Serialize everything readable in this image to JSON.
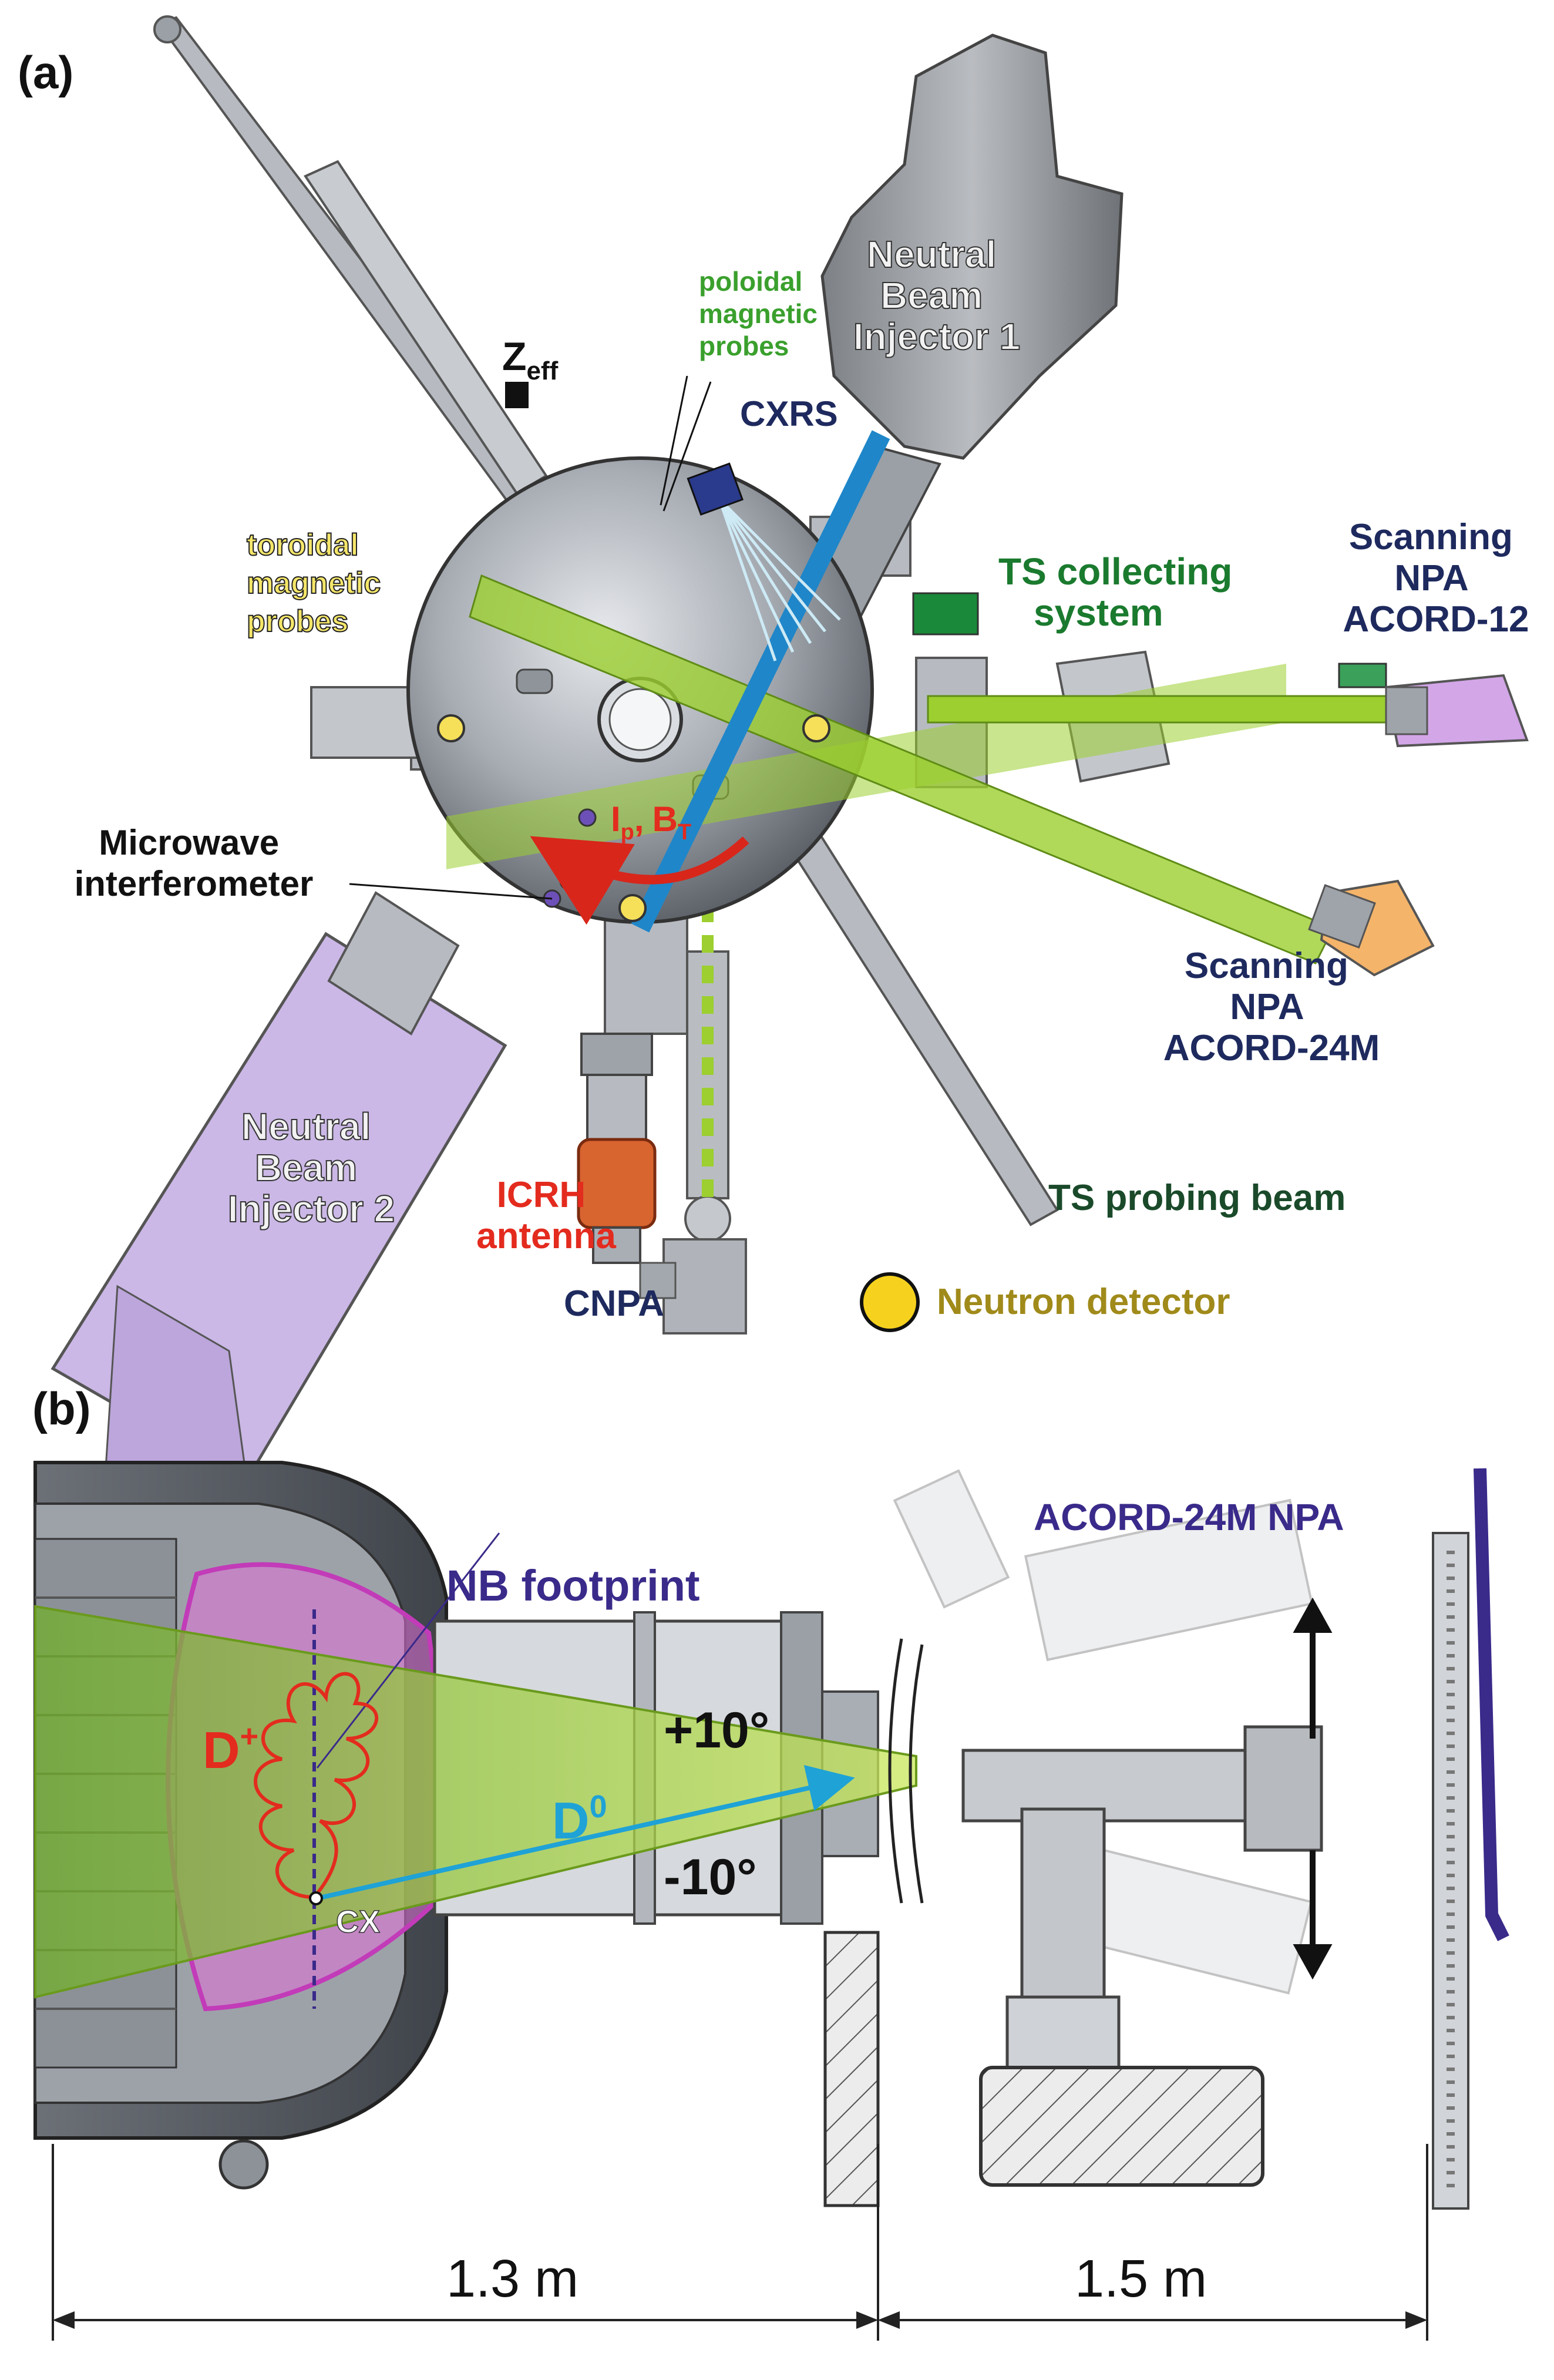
{
  "panel_a": {
    "tag": "(a)",
    "labels": {
      "nbi1": [
        "Neutral",
        "Beam",
        "Injector 1"
      ],
      "nbi2": [
        "Neutral",
        "Beam",
        "Injector 2"
      ],
      "zeff_main": "Z",
      "zeff_sub": "eff",
      "poloidal": [
        "poloidal",
        "magnetic",
        "probes"
      ],
      "cxrs": "CXRS",
      "toroidal": [
        "toroidal",
        "magnetic",
        "probes"
      ],
      "ts_collect": [
        "TS collecting",
        "system"
      ],
      "npa12": [
        "Scanning",
        "NPA",
        "ACORD-12"
      ],
      "npa24": [
        "Scanning",
        "NPA",
        "ACORD-24M"
      ],
      "microwave": [
        "Microwave",
        "interferometer"
      ],
      "ip": "I",
      "ip_sub": "p",
      "comma": ",",
      "bt": "B",
      "bt_sub": "T",
      "icrh": [
        "ICRH",
        "antenna"
      ],
      "cnpa": "CNPA",
      "ts_probe": "TS probing beam",
      "neutron": "Neutron detector"
    }
  },
  "panel_b": {
    "tag": "(b)",
    "labels": {
      "nb_footprint": "NB footprint",
      "acord": "ACORD-24M NPA",
      "d_plus": "D",
      "d_plus_sup": "+",
      "d_zero": "D",
      "d_zero_sup": "0",
      "cx": "CX",
      "plus10": "+10°",
      "minus10": "-10°",
      "dim1": "1.3 m",
      "dim2": "1.5 m"
    }
  },
  "colors": {
    "vessel": "#a9aeb5",
    "beam_green": "#9ccf2f",
    "nbi_blue": "#1f86c9",
    "nbi_purple": "#c7b4e0",
    "navy_label": "#1e2a5e",
    "green_label": "#1a7a2e",
    "poloidal_green": "#3aa02d",
    "toroidal_yellow": "#f5e66a",
    "icrh_red": "#e32b1e",
    "neutron_gold": "#a08a1a",
    "magenta": "#e070d8",
    "acord_purple": "#3a2a8a"
  }
}
